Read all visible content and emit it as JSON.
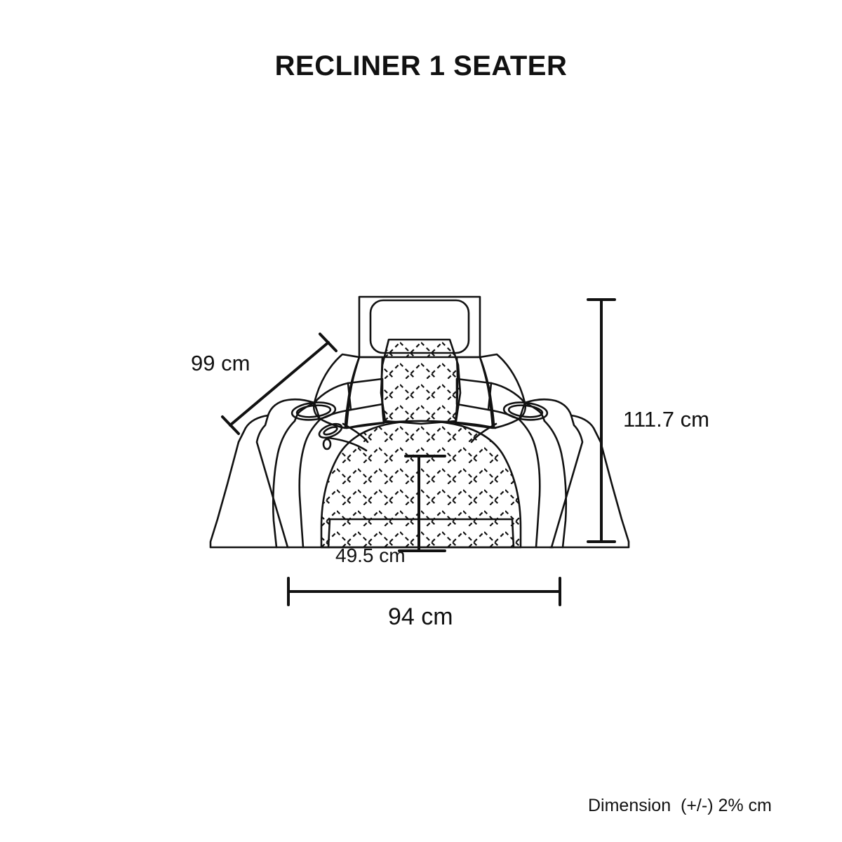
{
  "page": {
    "title": "RECLINER 1 SEATER",
    "background_color": "#ffffff",
    "line_color": "#111111"
  },
  "product": {
    "name": "RECLINER 1 SEATER",
    "view": "front elevation line drawing",
    "features": [
      "headrest",
      "quilted-diamond-backrest",
      "quilted-diamond-seat",
      "left-armrest-cupholder",
      "right-armrest-cupholder",
      "control-button-panel",
      "footrest-base"
    ]
  },
  "dimensions": {
    "depth": {
      "label": "99 cm",
      "value": 99,
      "unit": "cm",
      "axis": "depth"
    },
    "height": {
      "label": "111.7 cm",
      "value": 111.7,
      "unit": "cm",
      "axis": "height"
    },
    "seat": {
      "label": "49.5 cm",
      "value": 49.5,
      "unit": "cm",
      "axis": "seat-height"
    },
    "width": {
      "label": "94 cm",
      "value": 94,
      "unit": "cm",
      "axis": "width"
    }
  },
  "footnote": {
    "text": "Dimension  (+/-) 2% cm"
  }
}
